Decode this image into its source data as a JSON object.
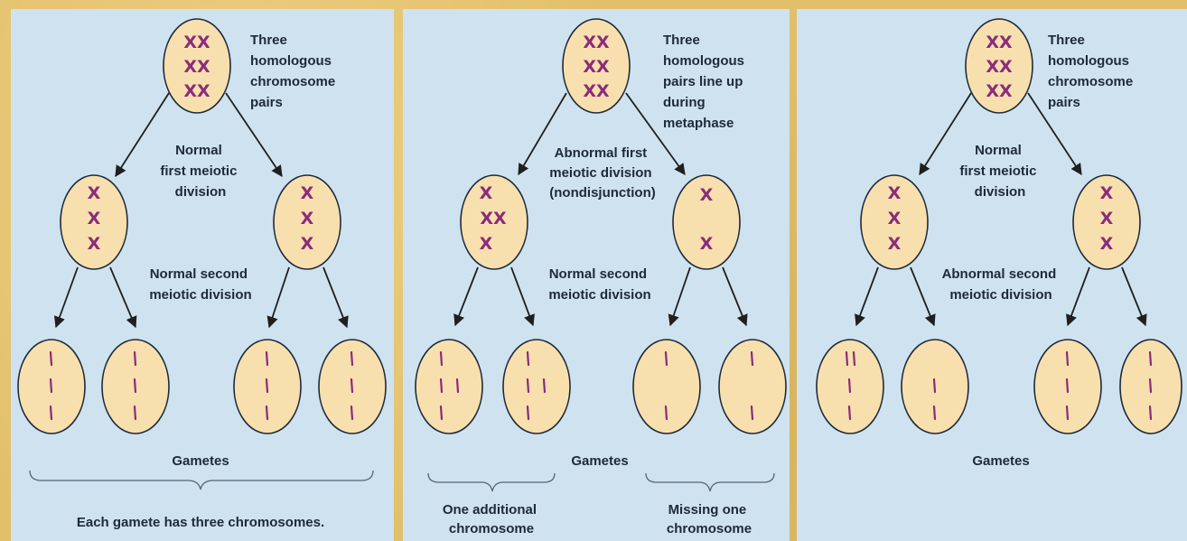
{
  "panels": [
    {
      "top_label": [
        "Three",
        "homologous",
        "chromosome",
        "pairs"
      ],
      "first_division_label": [
        "Normal",
        "first meiotic",
        "division"
      ],
      "second_division_label": [
        "Normal second",
        "meiotic division"
      ],
      "gametes_label": "Gametes",
      "bottom_labels": [
        "Each gamete has three chromosomes."
      ]
    },
    {
      "top_label": [
        "Three",
        "homologous",
        "pairs line up",
        "during",
        "metaphase"
      ],
      "first_division_label": [
        "Abnormal first",
        "meiotic division",
        "(nondisjunction)"
      ],
      "second_division_label": [
        "Normal second",
        "meiotic division"
      ],
      "gametes_label": "Gametes",
      "bottom_labels": [
        [
          "One additional",
          "chromosome"
        ],
        [
          "Missing one",
          "chromosome"
        ]
      ]
    },
    {
      "top_label": [
        "Three",
        "homologous",
        "chromosome",
        "pairs"
      ],
      "first_division_label": [
        "Normal",
        "first meiotic",
        "division"
      ],
      "second_division_label": [
        "Abnormal second",
        "meiotic division"
      ],
      "gametes_label": "Gametes",
      "bottom_labels": []
    }
  ],
  "colors": {
    "background": "#e2bf6a",
    "panel": "#cfe2ef",
    "cell_fill": "#f8dfae",
    "chromosome": "#8a2c7a",
    "text": "#1d2a3a"
  }
}
